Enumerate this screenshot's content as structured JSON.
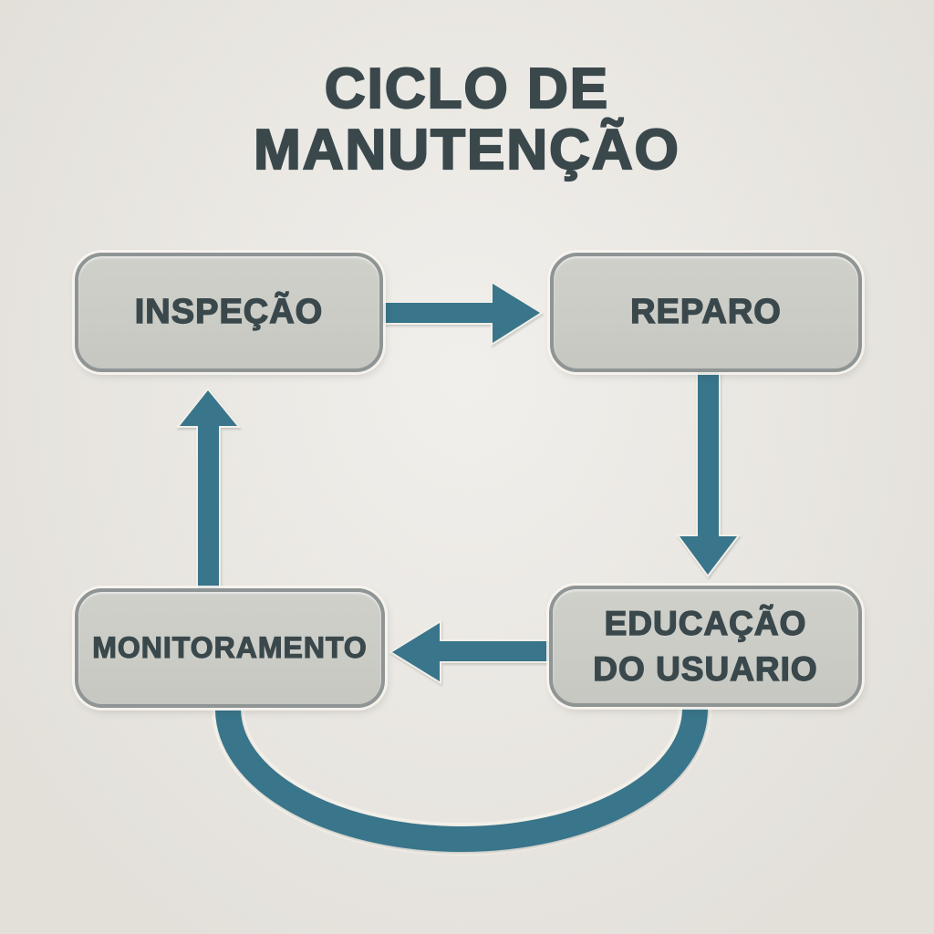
{
  "title": {
    "line1": "CICLO DE",
    "line2": "MANUTENÇÃO"
  },
  "nodes": [
    {
      "id": "inspecao",
      "label": "INSPEÇÃO"
    },
    {
      "id": "reparo",
      "label": "REPARO"
    },
    {
      "id": "educacao-do-usuario",
      "label": "EDUCAÇÃO DO USUARIO",
      "lines": [
        "EDUCAÇÃO",
        "DO USUARIO"
      ]
    },
    {
      "id": "monitoramento",
      "label": "MONITORAMENTO"
    }
  ],
  "edges": [
    {
      "from": "inspecao",
      "to": "reparo",
      "direction": "right",
      "style": "straight-arrow"
    },
    {
      "from": "reparo",
      "to": "educacao-do-usuario",
      "direction": "down",
      "style": "straight-arrow"
    },
    {
      "from": "educacao-do-usuario",
      "to": "monitoramento",
      "direction": "left",
      "style": "straight-arrow"
    },
    {
      "from": "monitoramento",
      "to": "inspecao",
      "direction": "up",
      "style": "straight-arrow"
    },
    {
      "from": "educacao-do-usuario",
      "to": "monitoramento",
      "direction": "bottom-curve",
      "style": "arc-no-head"
    }
  ],
  "colors": {
    "background": "#eae7e1",
    "accent_teal": "#39758b",
    "box_fill": "#cbccc6",
    "box_border": "#8f9594",
    "text_dark": "#3a484c",
    "halo": "#f2efe8"
  }
}
